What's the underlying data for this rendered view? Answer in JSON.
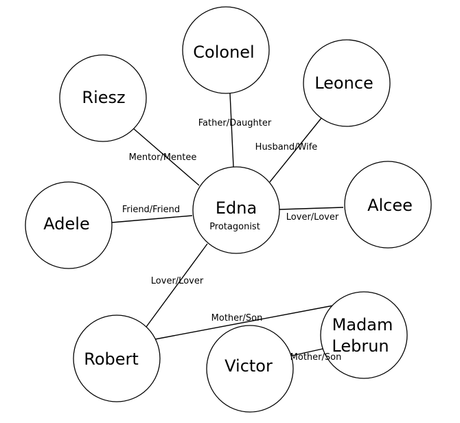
{
  "nodes": {
    "colonel": {
      "label": "Colonel"
    },
    "riesz": {
      "label": "Riesz"
    },
    "leonce": {
      "label": "Leonce"
    },
    "edna": {
      "label": "Edna",
      "sublabel": "Protagonist"
    },
    "adele": {
      "label": "Adele"
    },
    "alcee": {
      "label": "Alcee"
    },
    "robert": {
      "label": "Robert"
    },
    "victor": {
      "label": "Victor"
    },
    "madam_lebrun": {
      "label_line1": "Madam",
      "label_line2": "Lebrun"
    }
  },
  "edges": {
    "edna_colonel": "Father/Daughter",
    "edna_riesz": "Mentor/Mentee",
    "edna_leonce": "Husband/Wife",
    "edna_adele": "Friend/Friend",
    "edna_alcee": "Lover/Lover",
    "edna_robert": "Lover/Lover",
    "robert_lebrun": "Mother/Son",
    "victor_lebrun": "Mother/Son"
  }
}
